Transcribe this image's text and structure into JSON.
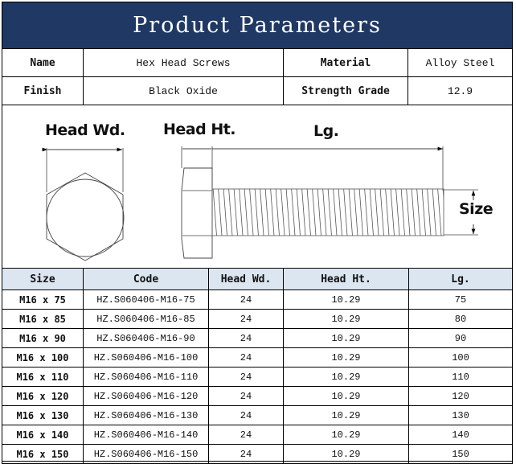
{
  "title": "Product Parameters",
  "params": {
    "name_label": "Name",
    "name_value": "Hex Head Screws",
    "material_label": "Material",
    "material_value": "Alloy Steel",
    "finish_label": "Finish",
    "finish_value": "Black Oxide",
    "grade_label": "Strength Grade",
    "grade_value": "12.9"
  },
  "diagram": {
    "head_wd_label": "Head Wd.",
    "head_ht_label": "Head Ht.",
    "lg_label": "Lg.",
    "size_label": "Size"
  },
  "specs": {
    "headers": [
      "Size",
      "Code",
      "Head Wd.",
      "Head Ht.",
      "Lg."
    ],
    "rows": [
      [
        "M16 x 75",
        "HZ.S060406-M16-75",
        "24",
        "10.29",
        "75"
      ],
      [
        "M16 x 85",
        "HZ.S060406-M16-85",
        "24",
        "10.29",
        "80"
      ],
      [
        "M16 x 90",
        "HZ.S060406-M16-90",
        "24",
        "10.29",
        "90"
      ],
      [
        "M16 x 100",
        "HZ.S060406-M16-100",
        "24",
        "10.29",
        "100"
      ],
      [
        "M16 x 110",
        "HZ.S060406-M16-110",
        "24",
        "10.29",
        "110"
      ],
      [
        "M16 x 120",
        "HZ.S060406-M16-120",
        "24",
        "10.29",
        "120"
      ],
      [
        "M16 x 130",
        "HZ.S060406-M16-130",
        "24",
        "10.29",
        "130"
      ],
      [
        "M16 x 140",
        "HZ.S060406-M16-140",
        "24",
        "10.29",
        "140"
      ],
      [
        "M16 x 150",
        "HZ.S060406-M16-150",
        "24",
        "10.29",
        "150"
      ]
    ]
  },
  "colors": {
    "title_bg": "#1f3864",
    "header_bg": "#dce6f1"
  }
}
